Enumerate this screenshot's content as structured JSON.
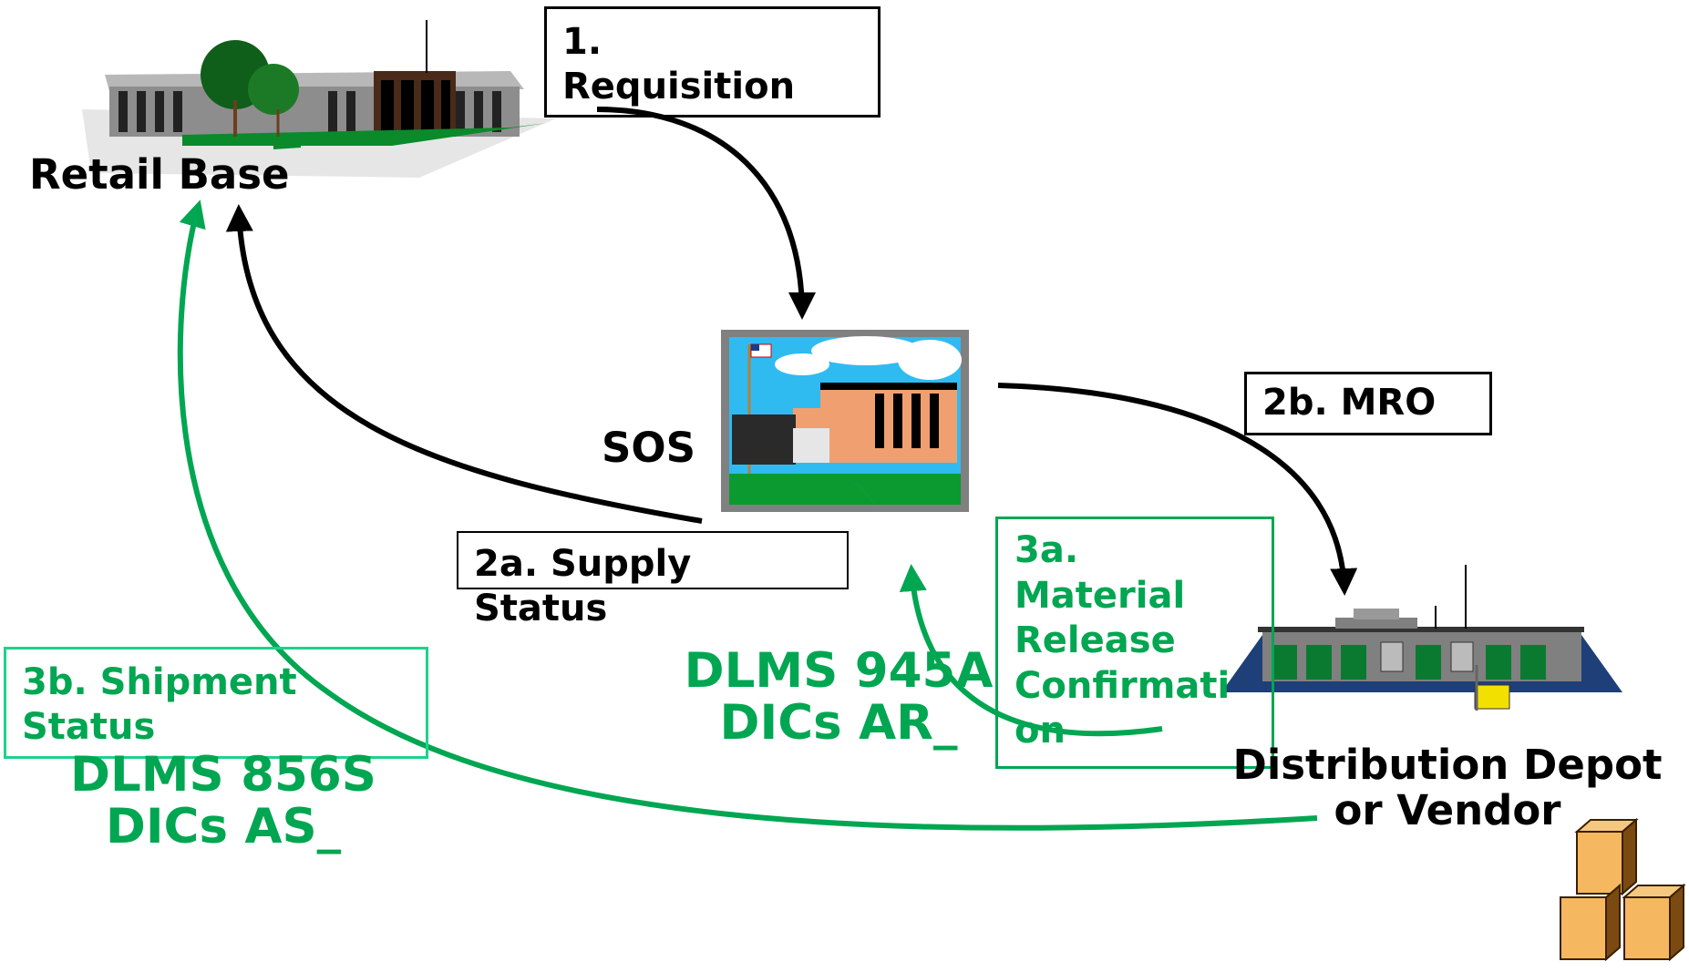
{
  "nodes": {
    "retail_base": {
      "label": "Retail Base"
    },
    "sos": {
      "label": "SOS"
    },
    "depot": {
      "label": "Distribution Depot\nor Vendor"
    }
  },
  "steps": {
    "requisition": {
      "label": "1.\nRequisition"
    },
    "mro": {
      "label": "2b. MRO"
    },
    "supply_status": {
      "label": "2a. Supply\nStatus"
    },
    "shipment_status": {
      "label": "3b. Shipment\nStatus"
    },
    "material_release": {
      "label": "3a.\nMaterial\nRelease\nConfirmati\non"
    }
  },
  "codes": {
    "dlms_945a": {
      "label": "DLMS 945A\nDICs AR_"
    },
    "dlms_856s": {
      "label": "DLMS 856S\nDICs AS_"
    }
  },
  "colors": {
    "black": "#000000",
    "green": "#00a651",
    "green_box": "#1fd18a"
  },
  "icons": {
    "retail": "office-building-icon",
    "sos": "school-building-flag-icon",
    "depot": "warehouse-trucks-icon",
    "boxes": "stacked-boxes-icon"
  }
}
